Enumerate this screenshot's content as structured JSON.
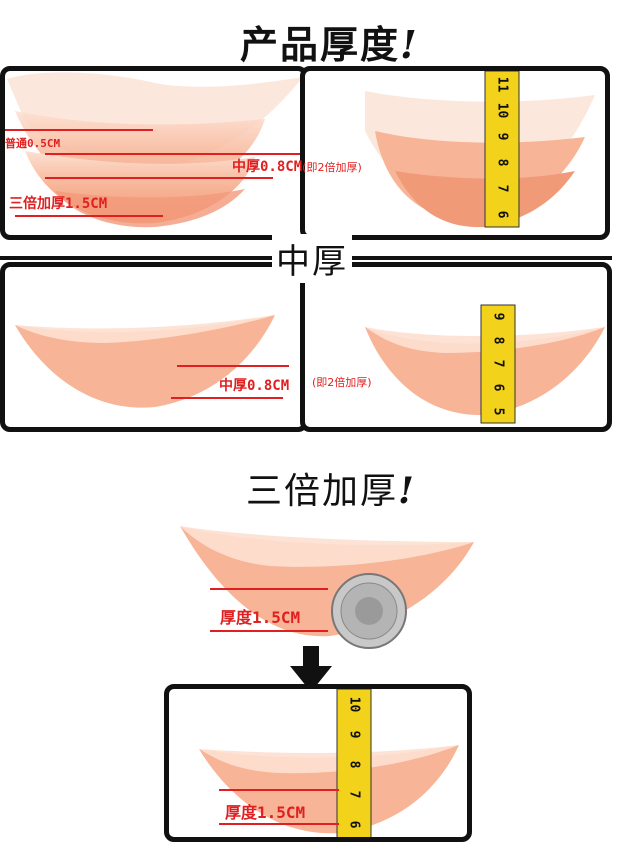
{
  "titles": {
    "product_thickness": "产品厚度",
    "mid_thick": "中厚",
    "triple_thick": "三倍加厚",
    "exclaim": "!"
  },
  "labels": {
    "normal": "普通0.5CM",
    "mid_1": "中厚0.8CM",
    "mid_1_note": "(即2倍加厚)",
    "triple_1": "三倍加厚1.5CM",
    "mid_2": "中厚0.8CM",
    "mid_2_note": "(即2倍加厚)",
    "thick_a": "厚度1.5CM",
    "thick_b": "厚度1.5CM"
  },
  "tape_numbers": {
    "panel_top_right": [
      "11",
      "10",
      "9",
      "8",
      "7",
      "6"
    ],
    "panel_mid_right": [
      "9",
      "8",
      "7",
      "6",
      "5"
    ],
    "panel_bottom": [
      "10",
      "9",
      "8",
      "7",
      "6"
    ]
  },
  "colors": {
    "pad": "#f6a98a",
    "pad_light": "#fcd6c4",
    "line": "#e02020",
    "frame": "#111111",
    "tape": "#f2d21a"
  }
}
